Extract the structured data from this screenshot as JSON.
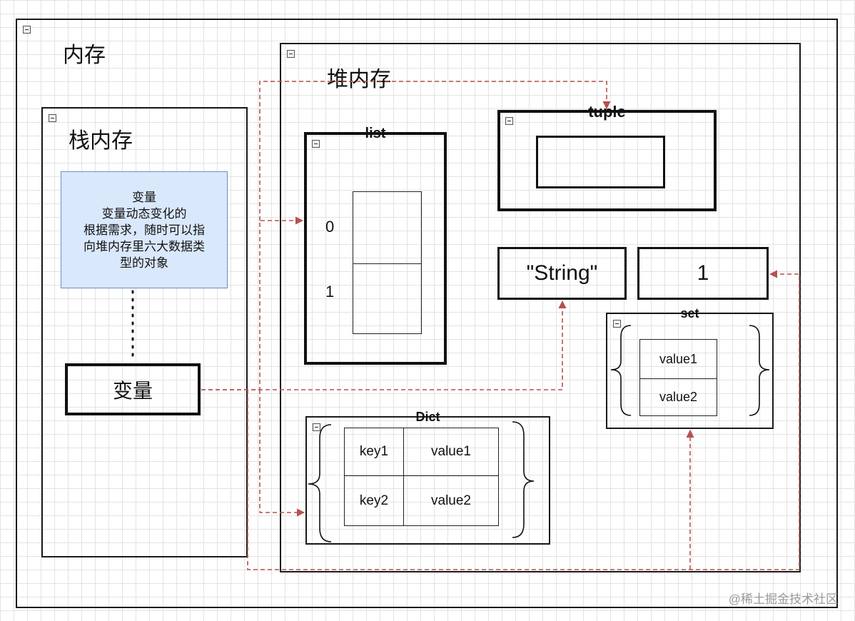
{
  "memory": {
    "title": "内存"
  },
  "stack": {
    "title": "栈内存",
    "note": {
      "title": "变量",
      "lines": [
        "变量动态变化的",
        "根据需求，随时可以指",
        "向堆内存里六大数据类",
        "型的对象"
      ]
    },
    "variable_label": "变量"
  },
  "heap": {
    "title": "堆内存",
    "list": {
      "title": "list",
      "indices": [
        "0",
        "1"
      ]
    },
    "tuple": {
      "title": "tuple"
    },
    "string_value": "\"String\"",
    "number_value": "1",
    "set": {
      "title": "set",
      "values": [
        "value1",
        "value2"
      ]
    },
    "dict": {
      "title": "Dict",
      "rows": [
        {
          "key": "key1",
          "value": "value1"
        },
        {
          "key": "key2",
          "value": "value2"
        }
      ]
    }
  },
  "colors": {
    "arrow": "#b5524e",
    "note_fill": "#dae8fc",
    "note_border": "#6c8ebf",
    "grid": "#e3e3e3"
  },
  "watermark": "@稀土掘金技术社区"
}
